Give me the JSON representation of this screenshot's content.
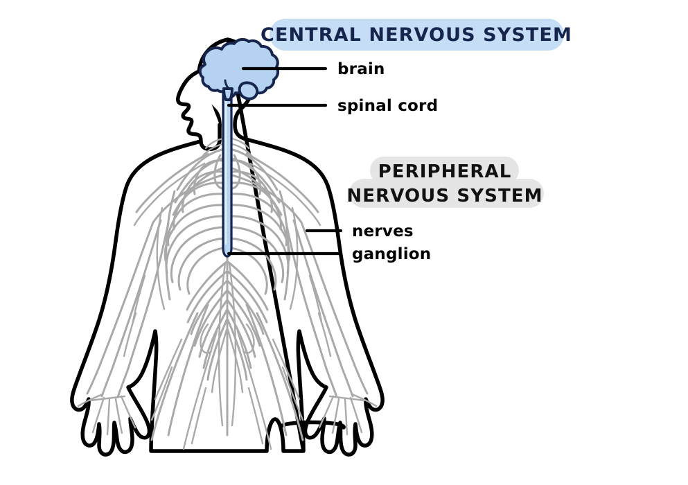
{
  "diagram": {
    "title_cns": "CENTRAL NERVOUS SYSTEM",
    "title_pns_line1": "PERIPHERAL",
    "title_pns_line2": "NERVOUS SYSTEM",
    "labels": {
      "brain": "brain",
      "spinal_cord": "spinal cord",
      "nerves": "nerves",
      "ganglion": "ganglion"
    },
    "colors": {
      "cns_banner_fill": "#c5ddf5",
      "cns_banner_text": "#16254d",
      "pns_banner_fill": "#e5e5e5",
      "pns_banner_text": "#111111",
      "brain_fill": "#b5d2f0",
      "brain_stroke": "#16254d",
      "cord_fill": "#b5d2f0",
      "nerve_stroke": "#a9a9a9",
      "body_stroke": "#000000",
      "background": "#ffffff"
    }
  }
}
